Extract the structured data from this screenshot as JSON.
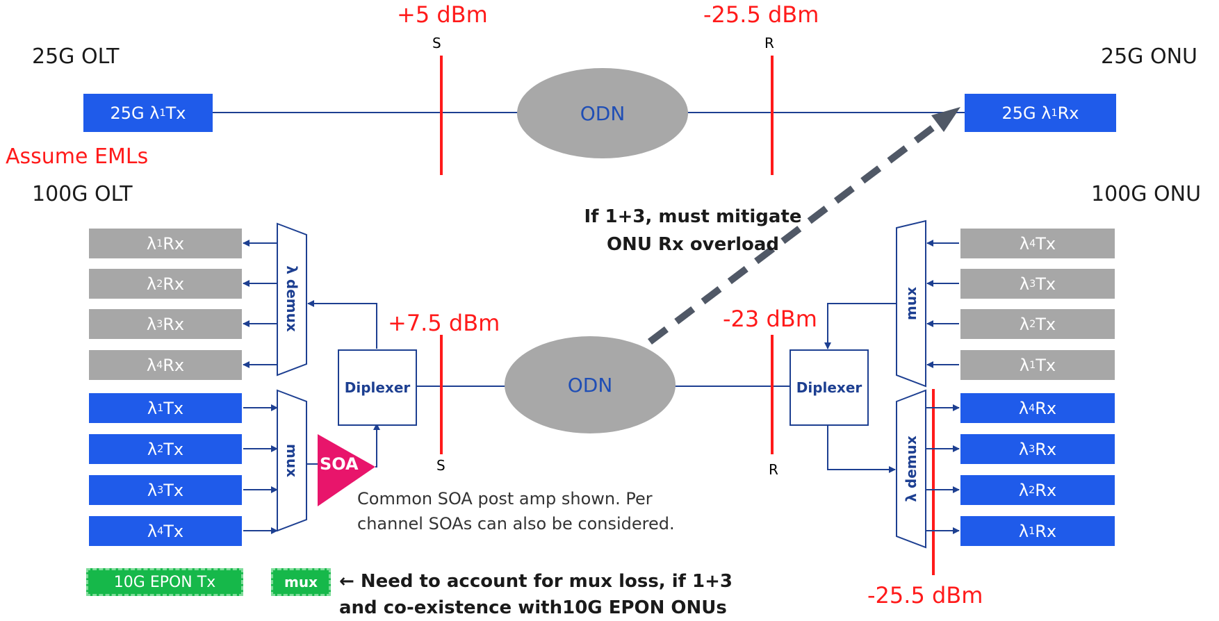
{
  "top": {
    "olt_title": "25G OLT",
    "onu_title": "25G ONU",
    "tx_label": "25G λ",
    "tx_sub": "1",
    "tx_suffix": " Tx",
    "rx_label": "25G λ",
    "rx_sub": "1",
    "rx_suffix": " Rx",
    "odn": "ODN",
    "s_power": "+5 dBm",
    "r_power": "-25.5 dBm",
    "s_label": "S",
    "r_label": "R"
  },
  "assume": "Assume EMLs",
  "bottom": {
    "olt_title": "100G OLT",
    "onu_title": "100G ONU",
    "olt_rx": [
      {
        "l": "λ",
        "s": "1",
        "t": " Rx"
      },
      {
        "l": "λ",
        "s": "2",
        "t": " Rx"
      },
      {
        "l": "λ",
        "s": "3",
        "t": " Rx"
      },
      {
        "l": "λ",
        "s": "4",
        "t": " Rx"
      }
    ],
    "olt_tx": [
      {
        "l": "λ",
        "s": "1",
        "t": " Tx"
      },
      {
        "l": "λ",
        "s": "2",
        "t": " Tx"
      },
      {
        "l": "λ",
        "s": "3",
        "t": " Tx"
      },
      {
        "l": "λ",
        "s": "4",
        "t": " Tx"
      }
    ],
    "onu_tx": [
      {
        "l": "λ",
        "s": "4",
        "t": " Tx"
      },
      {
        "l": "λ",
        "s": "3",
        "t": " Tx"
      },
      {
        "l": "λ",
        "s": "2",
        "t": " Tx"
      },
      {
        "l": "λ",
        "s": "1",
        "t": " Tx"
      }
    ],
    "onu_rx": [
      {
        "l": "λ",
        "s": "4",
        "t": " Rx"
      },
      {
        "l": "λ",
        "s": "3",
        "t": " Rx"
      },
      {
        "l": "λ",
        "s": "2",
        "t": " Rx"
      },
      {
        "l": "λ",
        "s": "1",
        "t": " Rx"
      }
    ],
    "demux": "λ demux",
    "mux": "mux",
    "diplexer": "Diplexer",
    "soa": "SOA",
    "odn": "ODN",
    "s_power": "+7.5 dBm",
    "r_power": "-23 dBm",
    "rx_power": "-25.5 dBm",
    "s_label": "S",
    "r_label": "R"
  },
  "overload_note": [
    "If 1+3, must mitigate",
    "ONU Rx overload"
  ],
  "soa_note": [
    "Common SOA post amp shown.  Per",
    "channel SOAs can also be considered."
  ],
  "epon_tx": "10G EPON Tx",
  "epon_mux": "mux",
  "mux_loss_note": [
    "← Need to account for mux loss, if 1+3",
    "and co-existence with10G EPON ONUs"
  ],
  "colors": {
    "blue": "#1f5bea",
    "gray": "#a7a7a7",
    "red": "#ff1a1a",
    "navy": "#1d3f91",
    "soa": "#e8156b",
    "green": "#16b84a"
  }
}
